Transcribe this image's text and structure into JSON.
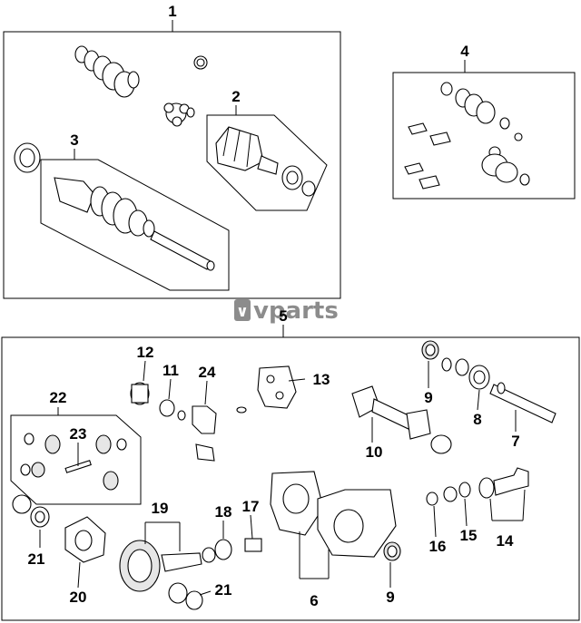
{
  "brand": {
    "logo_text": "vparts",
    "logo_mark": "∨",
    "color": "#8c8c8c"
  },
  "callouts": [
    {
      "id": "1",
      "label": "1"
    },
    {
      "id": "2",
      "label": "2"
    },
    {
      "id": "3",
      "label": "3"
    },
    {
      "id": "4",
      "label": "4"
    },
    {
      "id": "5",
      "label": "5"
    },
    {
      "id": "6",
      "label": "6"
    },
    {
      "id": "7",
      "label": "7"
    },
    {
      "id": "8",
      "label": "8"
    },
    {
      "id": "9a",
      "label": "9"
    },
    {
      "id": "9b",
      "label": "9"
    },
    {
      "id": "10",
      "label": "10"
    },
    {
      "id": "11",
      "label": "11"
    },
    {
      "id": "12",
      "label": "12"
    },
    {
      "id": "13",
      "label": "13"
    },
    {
      "id": "14",
      "label": "14"
    },
    {
      "id": "15",
      "label": "15"
    },
    {
      "id": "16",
      "label": "16"
    },
    {
      "id": "17",
      "label": "17"
    },
    {
      "id": "18",
      "label": "18"
    },
    {
      "id": "19",
      "label": "19"
    },
    {
      "id": "20",
      "label": "20"
    },
    {
      "id": "21a",
      "label": "21"
    },
    {
      "id": "21b",
      "label": "21"
    },
    {
      "id": "22",
      "label": "22"
    },
    {
      "id": "23",
      "label": "23"
    },
    {
      "id": "24",
      "label": "24"
    }
  ]
}
